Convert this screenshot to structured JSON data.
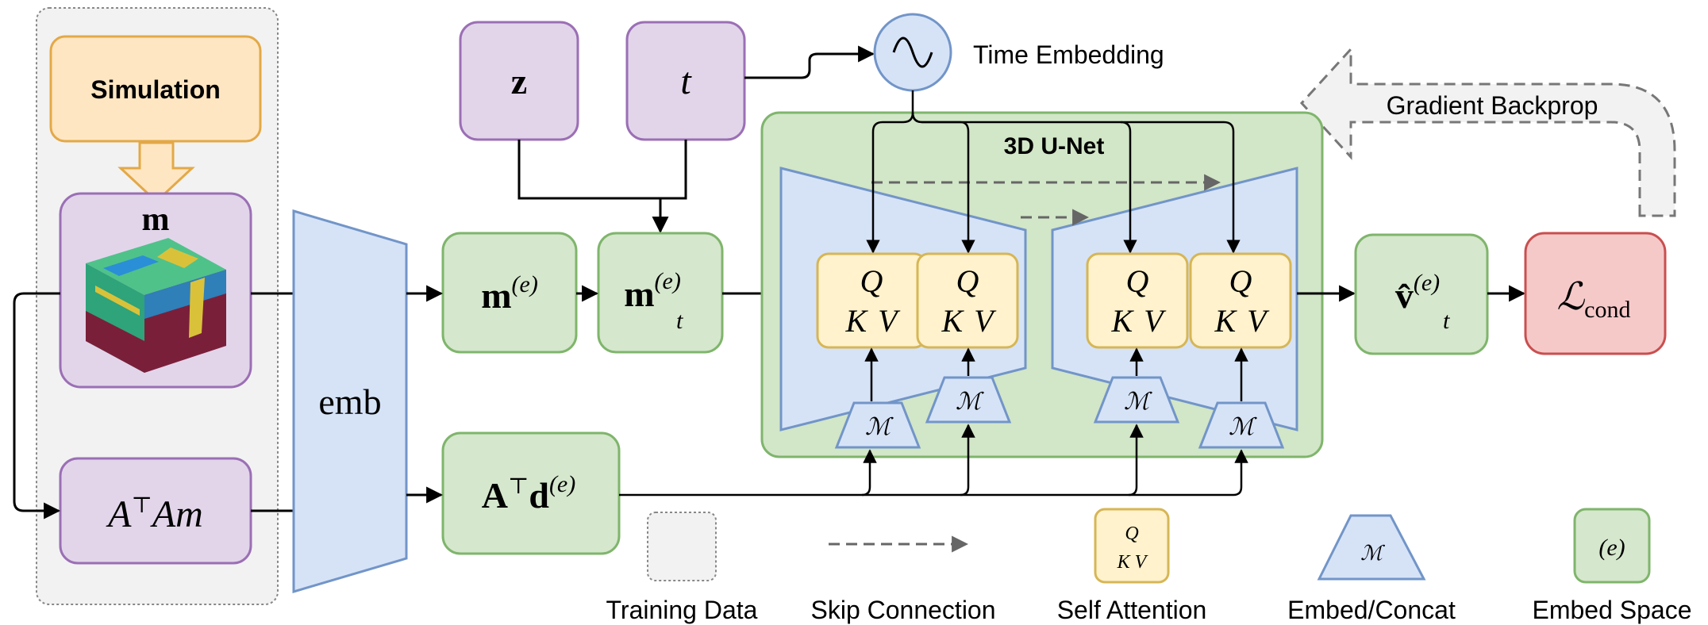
{
  "colors": {
    "purple_fill": "#e2d5ea",
    "purple_stroke": "#9b6fb5",
    "green_fill": "#d5e7cd",
    "green_stroke": "#7fb56c",
    "blue_fill": "#d6e3f7",
    "blue_stroke": "#7295c8",
    "yellow_fill": "#fff2cc",
    "yellow_stroke": "#d6b656",
    "orange_fill": "#ffe6c2",
    "orange_stroke": "#e3a947",
    "red_fill": "#f6c9c9",
    "red_stroke": "#c94f4f",
    "gray_fill": "#f2f2f2",
    "gray_stroke": "#888888",
    "unet_fill": "#d2e6c8"
  },
  "nodes": {
    "simulation": "Simulation",
    "m": "m",
    "ata_m_a": "A",
    "ata_m_top": "⊤",
    "ata_m_b": "Am",
    "emb": "emb",
    "z": "z",
    "t": "t",
    "time_embedding": "Time Embedding",
    "m_e_base": "m",
    "m_e_sup": "(e)",
    "mt_e_base": "m",
    "mt_e_sup": "(e)",
    "mt_e_sub": "t",
    "atd_base": "A",
    "atd_top": "⊤",
    "atd_d": "d",
    "atd_sup": "(e)",
    "unet_title": "3D U-Net",
    "gradient_backprop": "Gradient Backprop",
    "vhat_base": "v̂",
    "vhat_sup": "(e)",
    "vhat_sub": "t",
    "loss_base": "ℒ",
    "loss_sub": "cond"
  },
  "attention": {
    "q": "Q",
    "k": "K",
    "v": "V",
    "m_symbol": "ℳ"
  },
  "legend": {
    "training_data": "Training Data",
    "skip_connection": "Skip Connection",
    "self_attention": "Self Attention",
    "embed_concat": "Embed/Concat",
    "embed_space": "Embed Space",
    "embed_space_symbol": "(e)",
    "qkv_q": "Q",
    "qkv_kv": "K V",
    "m_symbol": "ℳ"
  }
}
